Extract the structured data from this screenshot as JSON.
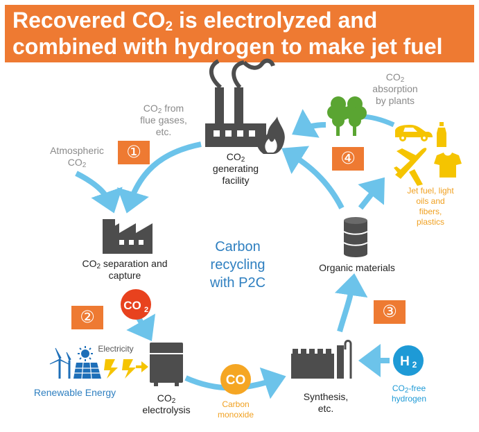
{
  "title": {
    "line1_pre": "Recovered CO",
    "line1_sub": "2",
    "line1_post": " is electrolyzed and",
    "line2": "combined with hydrogen to make jet fuel"
  },
  "steps": [
    "①",
    "②",
    "③",
    "④"
  ],
  "center_label": [
    "Carbon",
    "recycling",
    "with P2C"
  ],
  "labels": {
    "co2_from_flue": {
      "l1_pre": "CO",
      "l1_sub": "2",
      "l1_post": " from",
      "l2": "flue gases,",
      "l3": "etc."
    },
    "atmospheric": {
      "l1": "Atmospheric",
      "l2_pre": "CO",
      "l2_sub": "2"
    },
    "co2_absorption": {
      "l1_pre": "CO",
      "l1_sub": "2",
      "l2": "absorption",
      "l3": "by plants"
    },
    "co2_generating": {
      "l1_pre": "CO",
      "l1_sub": "2",
      "l2": "generating",
      "l3": "facility"
    },
    "separation": {
      "l1_pre": "CO",
      "l1_sub": "2",
      "l1_post": " separation and",
      "l2": "capture"
    },
    "organic": "Organic materials",
    "jet_fuel": {
      "l1": "Jet fuel, light",
      "l2": "oils and",
      "l3": "fibers,",
      "l4": "plastics"
    },
    "electricity": "Electricity",
    "renewable": "Renewable Energy",
    "electrolysis": {
      "l1_pre": "CO",
      "l1_sub": "2",
      "l2": "electrolysis"
    },
    "carbon_monoxide": {
      "l1": "Carbon",
      "l2": "monoxide"
    },
    "synthesis": {
      "l1": "Synthesis,",
      "l2": "etc."
    },
    "co2_free_h": {
      "l1_pre": "CO",
      "l1_sub": "2",
      "l1_post": "-free",
      "l2": "hydrogen"
    }
  },
  "badges": {
    "co2_pre": "CO",
    "co2_sub": "2",
    "co": "CO",
    "h2_pre": "H",
    "h2_sub": "2"
  },
  "colors": {
    "orange": "#ee7a32",
    "arrow_blue": "#6cc3ea",
    "dark_gray": "#4d4d4d",
    "green": "#5aa532",
    "yellow": "#f5c400",
    "co2_red": "#e8421e",
    "co_yellow": "#f5a623",
    "h2_blue": "#1e9ad6",
    "label_blue": "#2e7fc0"
  },
  "icons": [
    "factory-icon",
    "fire-icon",
    "smoke-icon",
    "trees-icon",
    "car-icon",
    "bottle-icon",
    "airplane-icon",
    "tshirt-icon",
    "barrel-icon",
    "plant-icon",
    "wind-turbine-icon",
    "solar-panel-icon",
    "sun-icon",
    "lightning-icon",
    "electrolyzer-icon",
    "synthesis-plant-icon"
  ]
}
